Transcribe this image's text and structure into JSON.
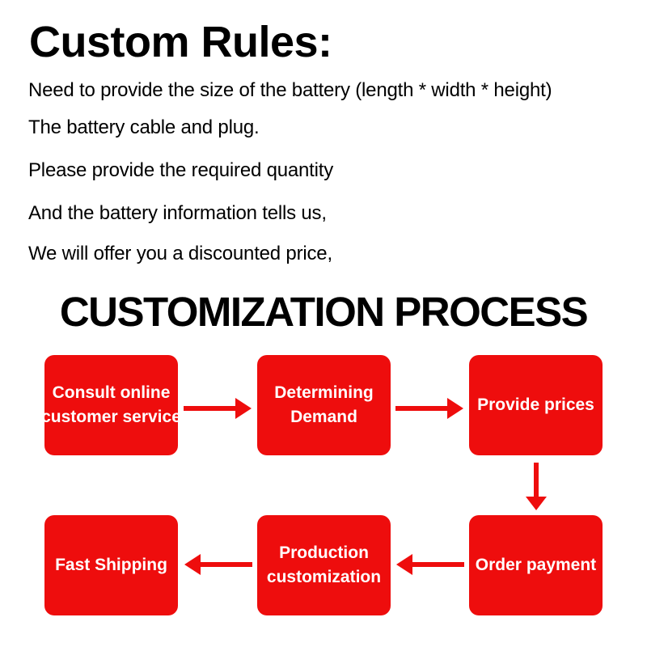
{
  "colors": {
    "accent_red": "#ee0d0d",
    "text_black": "#000000",
    "box_text_white": "#ffffff"
  },
  "header": {
    "title": "Custom Rules:",
    "rules": [
      "Need to provide the size of the battery (length * width * height)",
      "The battery cable and plug.",
      "Please provide the required quantity",
      "And the battery information tells us,",
      "We will offer you a discounted price,"
    ]
  },
  "process": {
    "title": "CUSTOMIZATION PROCESS",
    "steps": [
      {
        "lines": [
          "Consult online",
          "customer service"
        ]
      },
      {
        "lines": [
          "Determining",
          "Demand"
        ]
      },
      {
        "lines": [
          "Provide prices"
        ]
      },
      {
        "lines": [
          "Order payment"
        ]
      },
      {
        "lines": [
          "Production",
          "customization"
        ]
      },
      {
        "lines": [
          "Fast Shipping"
        ]
      }
    ]
  }
}
